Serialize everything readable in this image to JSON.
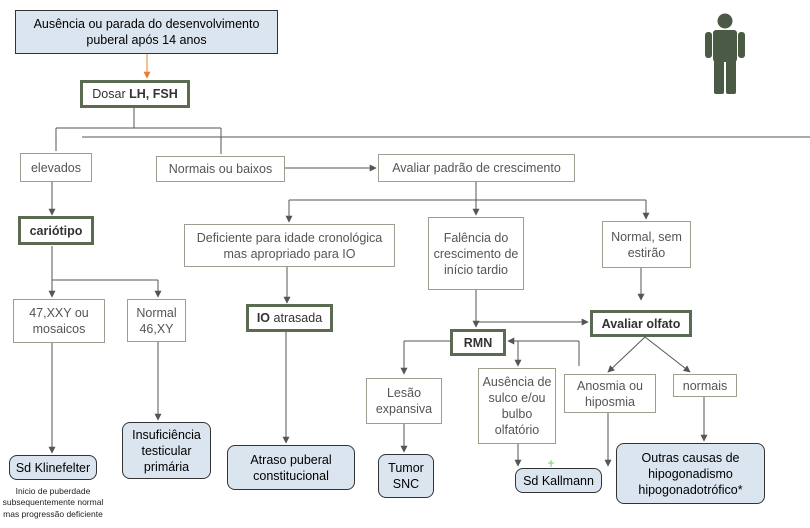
{
  "colors": {
    "node_fill": "#dbe5ef",
    "box_border": "#9aa08f",
    "emphasis_border": "#5b6b52",
    "connector": "#555555",
    "start_arrow": "#ed7d31",
    "person_icon": "#4a5a44"
  },
  "icons": {
    "person": "person-icon"
  },
  "nodes": {
    "start": "Ausência ou parada do desenvolvimento puberal após 14 anos",
    "dosar_prefix": "Dosar",
    "dosar_bold": "LH, FSH",
    "elevados": "elevados",
    "normais_baixos": "Normais ou baixos",
    "avaliar_crescimento": "Avaliar padrão de crescimento",
    "cariotipo": "cariótipo",
    "deficiente": "Deficiente para idade cronológica mas apropriado para IO",
    "falencia": "Falência do crescimento de início tardio",
    "normal_sem_estirao": "Normal, sem estirão",
    "xxy": "47,XXY ou mosaicos",
    "normal_xy": "Normal 46,XY",
    "io_bold": "IO",
    "io_rest": "atrasada",
    "rmn": "RMN",
    "avaliar_olfato": "Avaliar olfato",
    "lesao": "Lesão expansiva",
    "ausencia_sulco": "Ausência de sulco e/ou bulbo olfatório",
    "anosmia": "Anosmia ou hiposmia",
    "normais": "normais",
    "klinefelter": "Sd Klinefelter",
    "klinefelter_note": "Inicio de puberdade subsequentemente normal mas progressão deficiente",
    "insuficiencia": "Insuficiência testicular primária",
    "atraso": "Atraso puberal constitucional",
    "tumor": "Tumor SNC",
    "kallmann": "Sd Kallmann",
    "outras": "Outras causas de hipogonadismo hipogonadotrófico*"
  }
}
